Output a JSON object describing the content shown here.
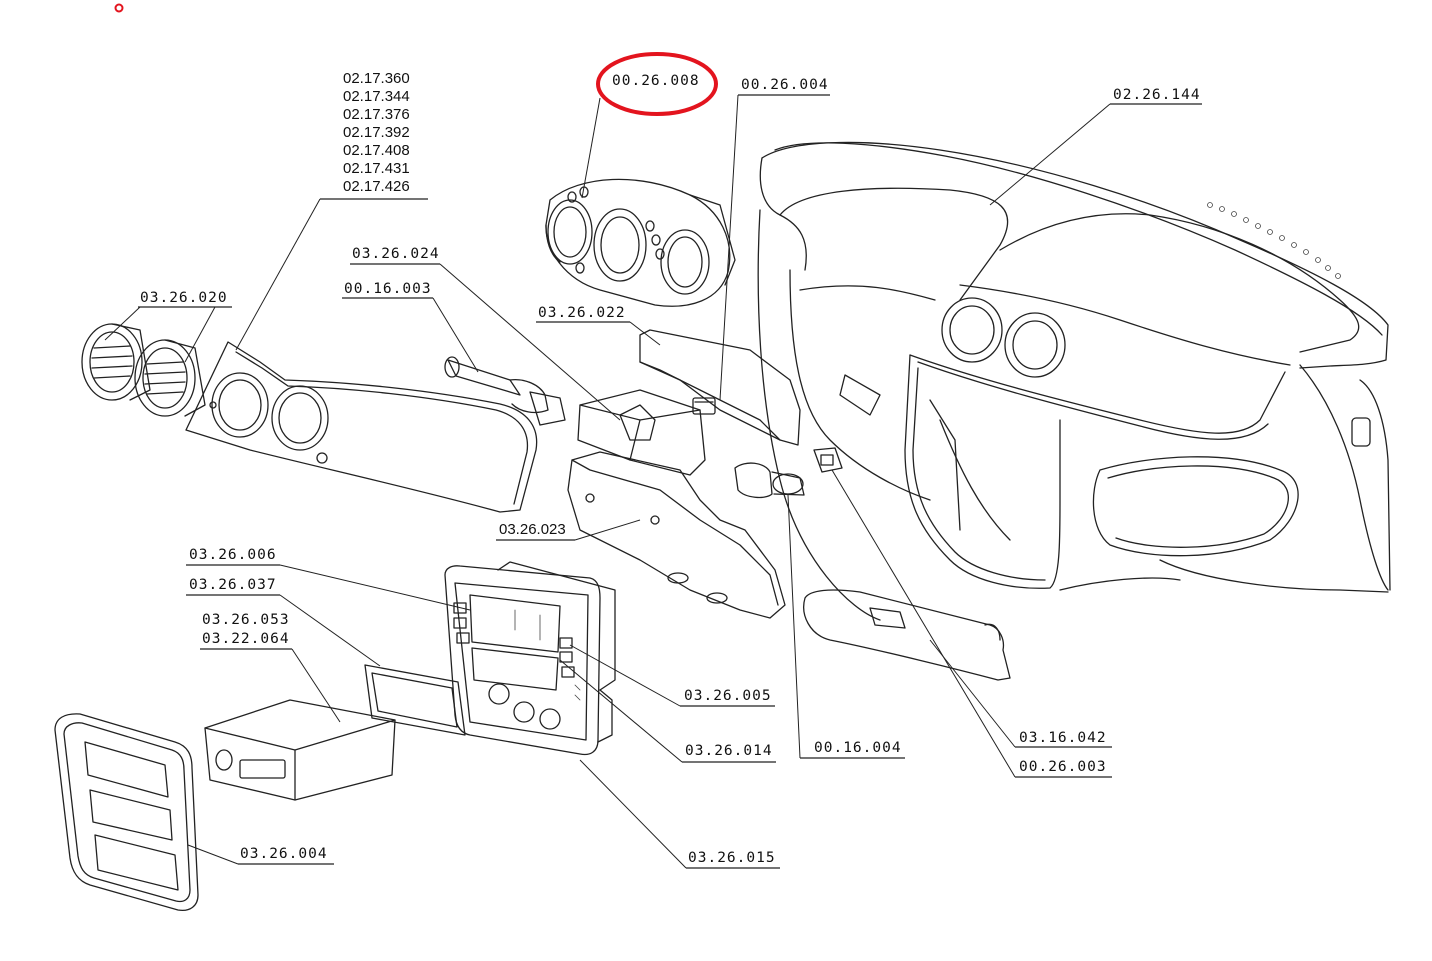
{
  "labels": {
    "p_00_26_008": "00.26.008",
    "p_00_26_004": "00.26.004",
    "p_02_26_144": "02.26.144",
    "p_03_26_024": "03.26.024",
    "p_00_16_003": "00.16.003",
    "p_03_26_022": "03.26.022",
    "p_03_26_020": "03.26.020",
    "p_03_26_023": "03.26.023",
    "p_03_26_006": "03.26.006",
    "p_03_26_037": "03.26.037",
    "p_03_26_053": "03.26.053",
    "p_03_22_064": "03.22.064",
    "p_03_26_005": "03.26.005",
    "p_03_26_014": "03.26.014",
    "p_00_16_004": "00.16.004",
    "p_03_16_042": "03.16.042",
    "p_00_26_003": "00.26.003",
    "p_03_26_004": "03.26.004",
    "p_03_26_015": "03.26.015"
  },
  "label_stack": [
    "02.17.360",
    "02.17.344",
    "02.17.376",
    "02.17.392",
    "02.17.408",
    "02.17.431",
    "02.17.426"
  ],
  "highlight": {
    "target_label": "00.26.008",
    "color": "#e3141e"
  },
  "marker": {
    "color": "#e3141e"
  }
}
